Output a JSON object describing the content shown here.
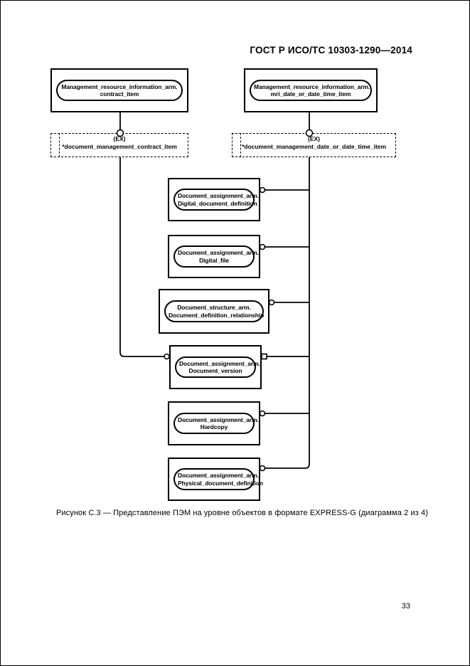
{
  "page": {
    "header": "ГОСТ Р ИСО/ТС 10303-1290—2014",
    "caption": "Рисунок С.3 — Представление ПЭМ на уровне объектов в формате EXPRESS-G (диаграмма 2 из 4)",
    "page_number": "33"
  },
  "diagram": {
    "type": "EXPRESS-G",
    "colors": {
      "line": "#000000",
      "background": "#ffffff"
    },
    "top_entities": [
      {
        "line1": "Management_resource_information_arm.",
        "line2": "contract_item"
      },
      {
        "line1": "Management_resource_information_arm.",
        "line2": "mri_date_or_date_time_item"
      }
    ],
    "ref_boxes": [
      {
        "tag": "(EX)",
        "name": "*document_management_contract_item"
      },
      {
        "tag": "(EX)",
        "name": "*document_management_date_or_date_time_item"
      }
    ],
    "entities": [
      {
        "line1": "Document_assignment_arm.",
        "line2": "Digital_document_definition"
      },
      {
        "line1": "Document_assignment_arm.",
        "line2": "Digital_file"
      },
      {
        "line1": "Document_structure_arm.",
        "line2": "Document_definition_relationship"
      },
      {
        "line1": "Document_assignment_arm.",
        "line2": "Document_version"
      },
      {
        "line1": "Document_assignment_arm.",
        "line2": "Hardcopy"
      },
      {
        "line1": "Document_assignment_arm.",
        "line2": "Physical_document_definition"
      }
    ]
  }
}
